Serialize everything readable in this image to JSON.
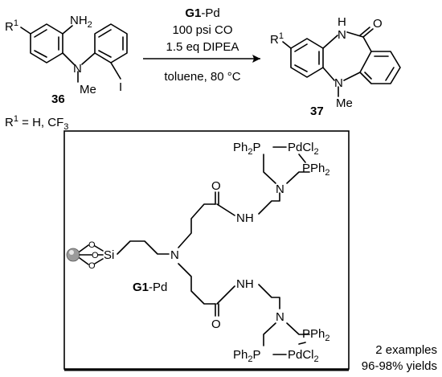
{
  "reaction": {
    "reagent_catalyst_bold": "G1",
    "reagent_catalyst_suffix": "-Pd",
    "reagent_pressure": "100 psi CO",
    "reagent_base": "1.5 eq DIPEA",
    "conditions": "toluene, 80 °C"
  },
  "starting_material": {
    "number": "36",
    "substituent_label": "R",
    "substituent_index": "1",
    "nh2_label": "NH",
    "nh2_sub": "2",
    "n_label": "N",
    "me_label": "Me",
    "iodo_label": "I"
  },
  "r1_definition": {
    "r": "R",
    "index": "1",
    "text": " = H, CF",
    "sub": "3"
  },
  "product": {
    "number": "37",
    "substituent_label": "R",
    "substituent_index": "1",
    "nh_label": "H",
    "nh_n": "N",
    "oxygen": "O",
    "n_label": "N",
    "me_label": "Me"
  },
  "catalyst_box": {
    "name_bold": "G1",
    "name_suffix": "-Pd",
    "si": "Si",
    "o": "O",
    "n": "N",
    "nh": "NH",
    "ph2p": "Ph",
    "ph_sub": "2",
    "p": "P",
    "pdcl": "PdCl",
    "cl_sub": "2",
    "pph": "PPh"
  },
  "yield_note": {
    "line1": "2 examples",
    "line2": "96-98% yields"
  }
}
